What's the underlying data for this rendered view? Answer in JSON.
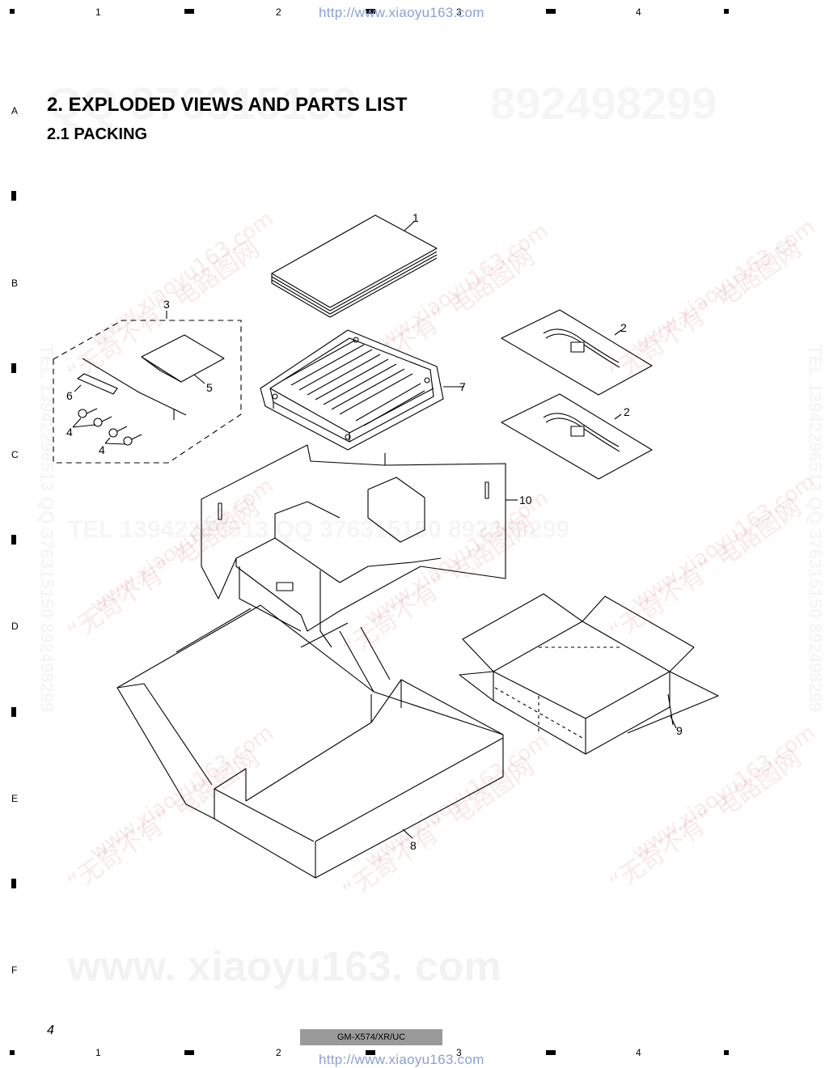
{
  "header": {
    "url": "http://www.xiaoyu163.com",
    "columns": [
      "1",
      "2",
      "3",
      "4"
    ]
  },
  "rows": [
    "A",
    "B",
    "C",
    "D",
    "E",
    "F"
  ],
  "title": "2. EXPLODED VIEWS AND PARTS LIST",
  "subtitle": "2.1 PACKING",
  "watermarks": {
    "top_number": "892498299",
    "top_left_number": "QQ 376315150",
    "middle_line": "TEL 13942296513   QQ 376315150   892498299",
    "bottom_site": "www. xiaoyu163. com",
    "red_text": "“无奇不有” 电路图网",
    "red_site": "www.xiaoyu163.com",
    "side_vertical": "TEL 13942296513  QQ 376315150  892498299"
  },
  "callouts": {
    "c1": "1",
    "c2a": "2",
    "c2b": "2",
    "c3": "3",
    "c4a": "4",
    "c4b": "4",
    "c5": "5",
    "c6": "6",
    "c7": "7",
    "c8": "8",
    "c9": "9",
    "c10": "10"
  },
  "footer": {
    "page_number": "4",
    "model": "GM-X574/XR/UC",
    "url": "http://www.xiaoyu163.com"
  }
}
